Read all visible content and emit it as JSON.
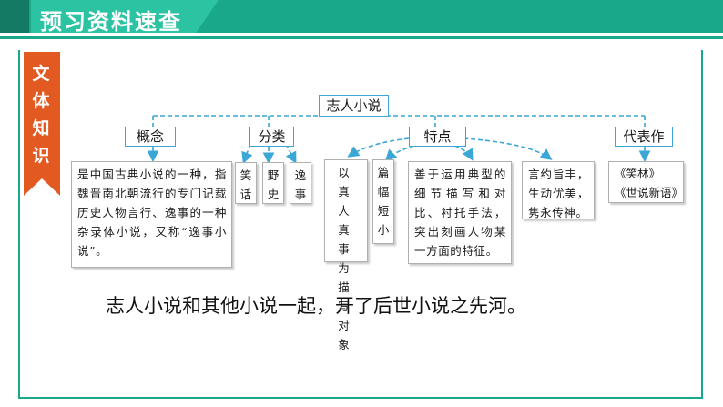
{
  "header": {
    "title": "预习资料速查"
  },
  "ribbon": {
    "label": "文体知识"
  },
  "root": {
    "label": "志人小说"
  },
  "branches": {
    "concept": {
      "label": "概念",
      "text": "是中国古典小说的一种，指魏晋南北朝流行的专门记载历史人物言行、逸事的一种杂录体小说，又称“逸事小说”。"
    },
    "classify": {
      "label": "分类",
      "items": [
        "笑话",
        "野史",
        "逸事"
      ]
    },
    "features": {
      "label": "特点",
      "items": [
        "以真人真事为描写对象",
        "篇幅短小",
        "善于运用典型的细节描写和对比、衬托手法，突出刻画人物某一方面的特征。",
        "言约旨丰，生动优美，隽永传神。"
      ]
    },
    "works": {
      "label": "代表作",
      "lines": [
        "《笑林》",
        "《世说新语》"
      ]
    }
  },
  "summary": "志人小说和其他小说一起，开了后世小说之先河。",
  "colors": {
    "accent": "#1aa88a",
    "ribbon": "#e25a22",
    "connector": "#3aa7d6"
  }
}
